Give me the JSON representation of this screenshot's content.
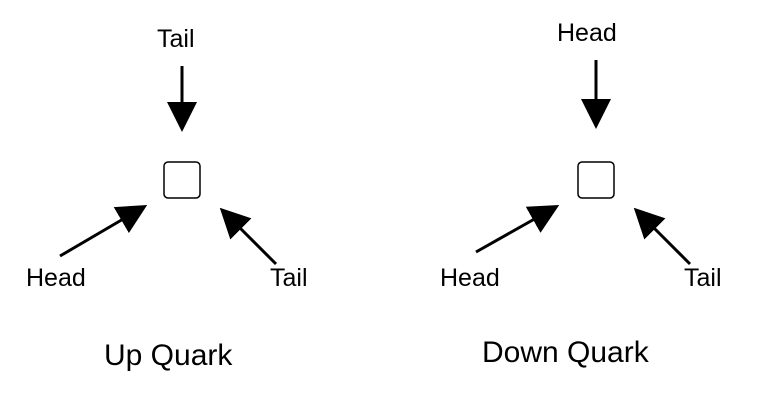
{
  "diagrams": [
    {
      "title": "Up Quark",
      "labels": {
        "top": "Tail",
        "bottom_left": "Head",
        "bottom_right": "Tail"
      }
    },
    {
      "title": "Down Quark",
      "labels": {
        "top": "Head",
        "bottom_left": "Head",
        "bottom_right": "Tail"
      }
    }
  ],
  "colors": {
    "ink": "#000000",
    "background": "#ffffff"
  }
}
